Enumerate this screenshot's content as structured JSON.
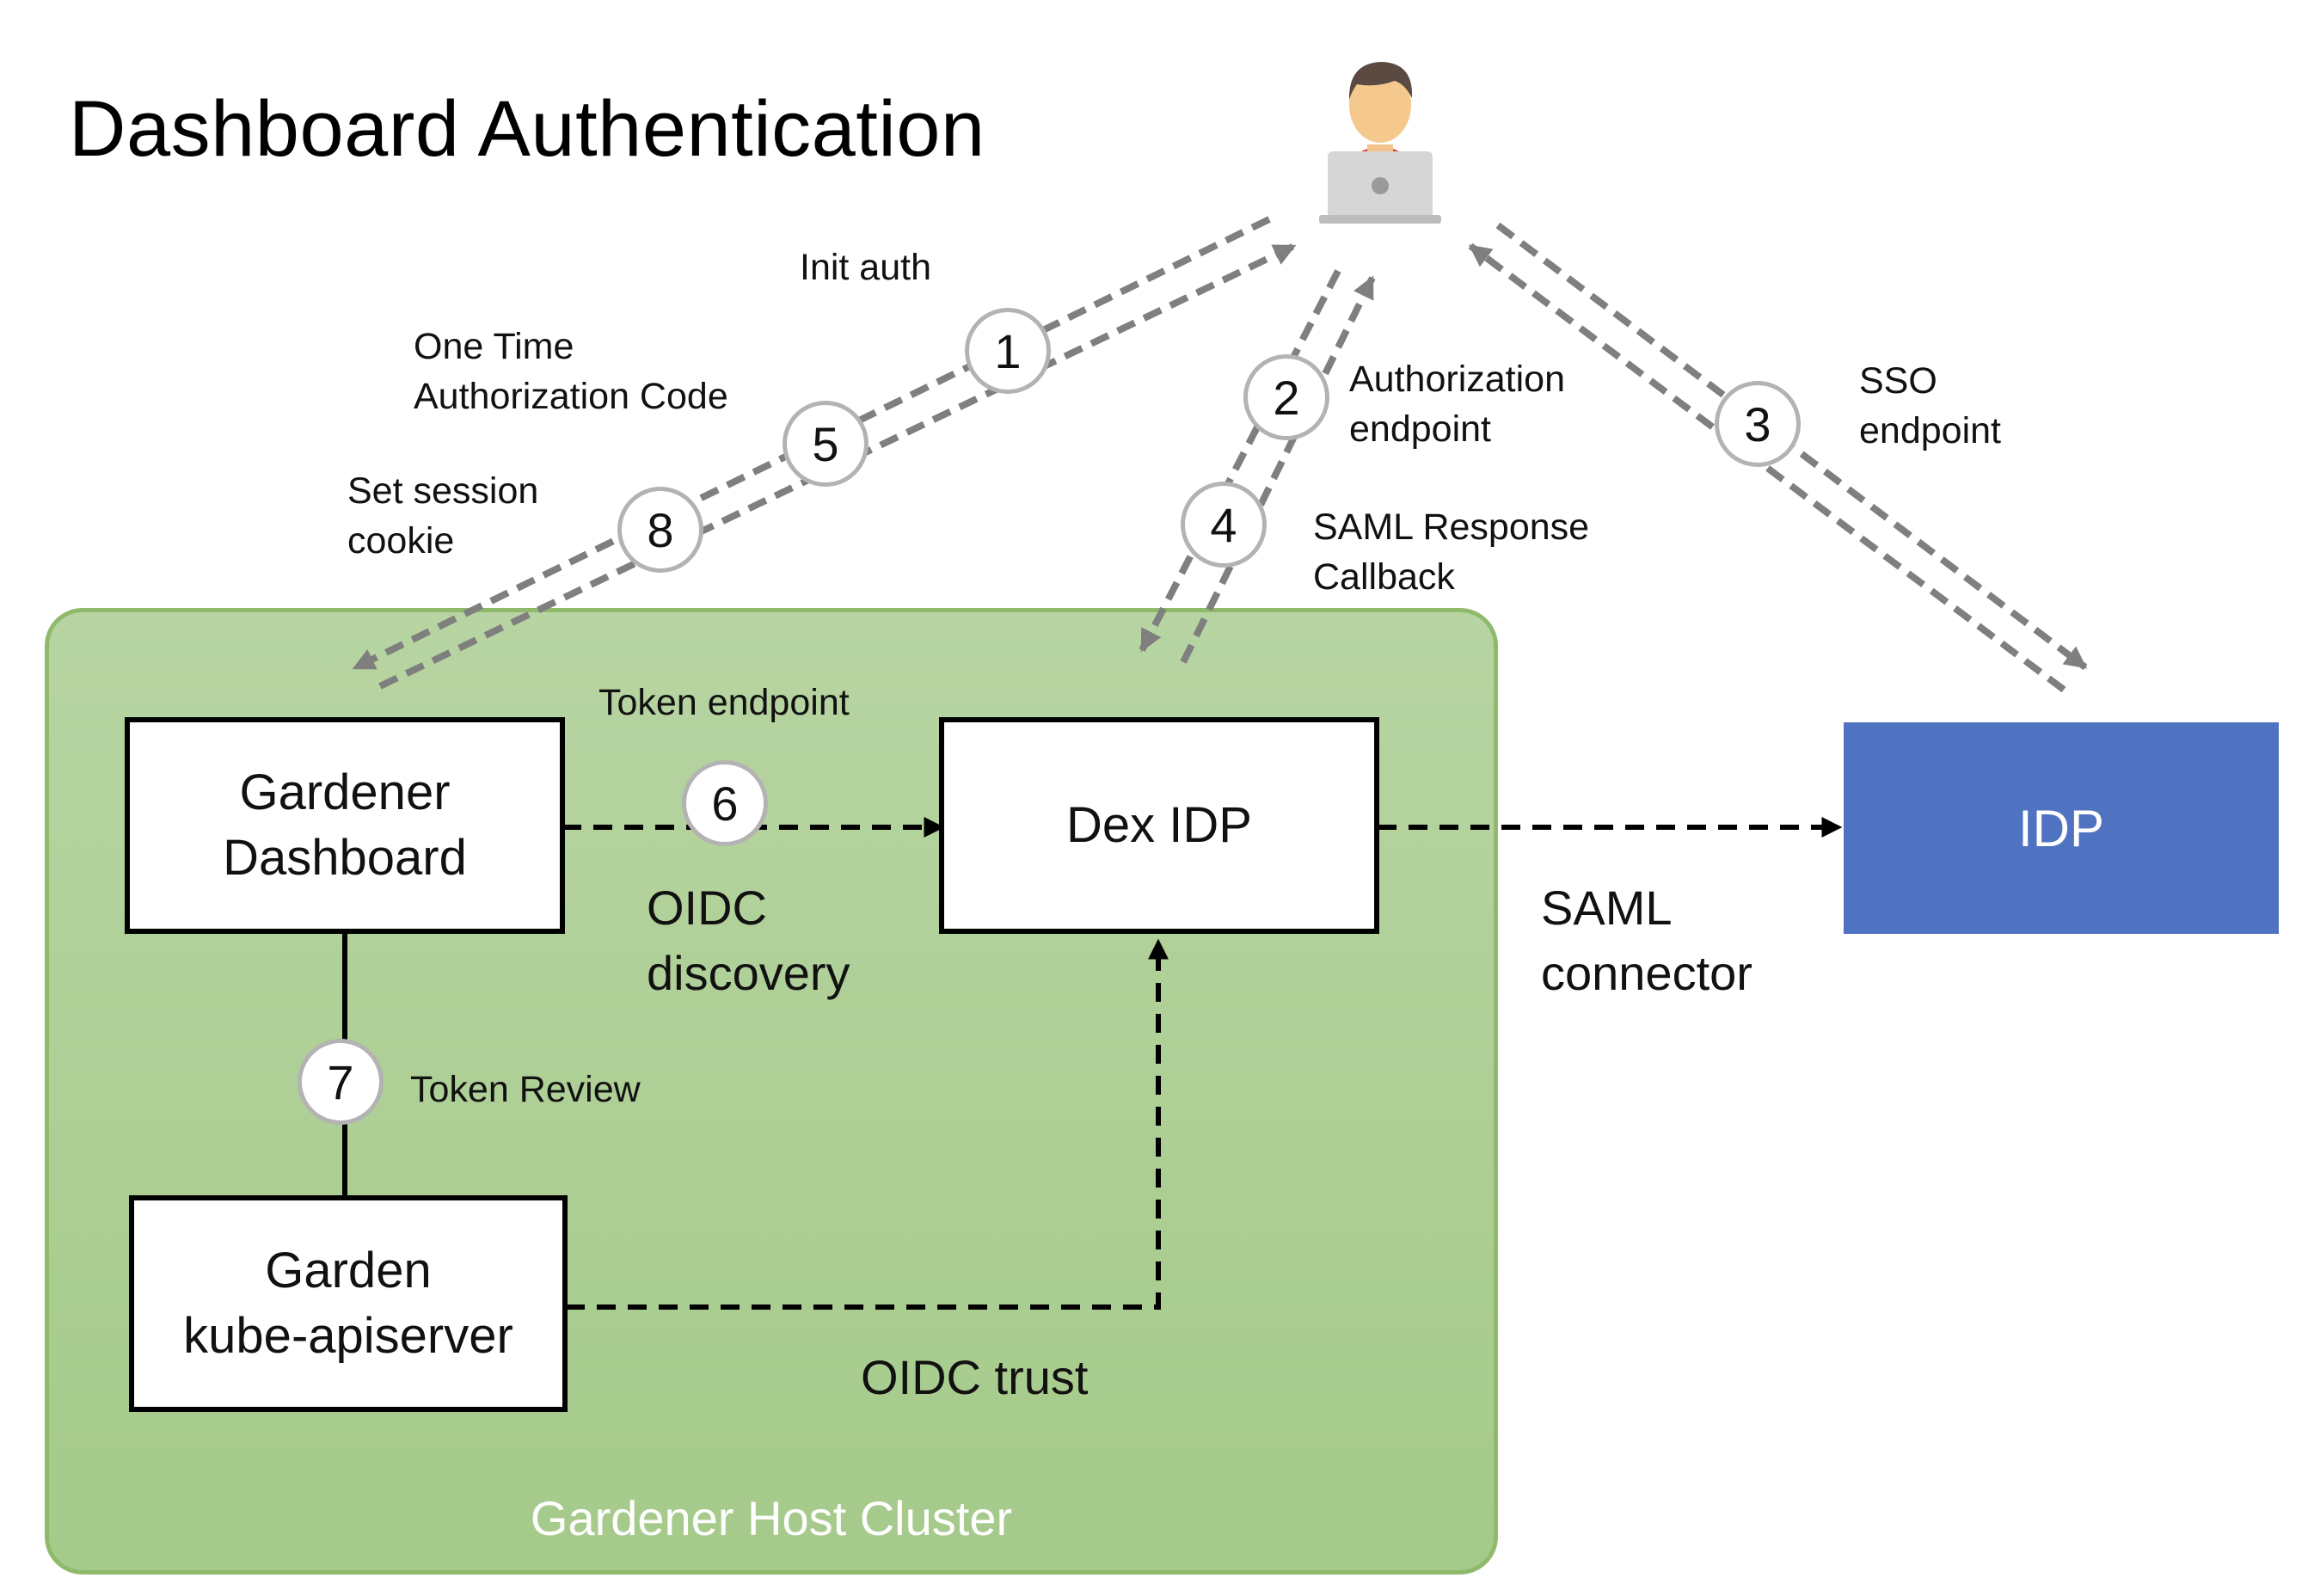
{
  "title": "Dashboard Authentication",
  "cluster": {
    "label": "Gardener Host Cluster"
  },
  "nodes": {
    "gardener_dashboard": [
      "Gardener",
      "Dashboard"
    ],
    "dex_idp": "Dex IDP",
    "garden_apiserver": [
      "Garden",
      "kube-apiserver"
    ],
    "idp": "IDP"
  },
  "steps": [
    "1",
    "2",
    "3",
    "4",
    "5",
    "6",
    "7",
    "8"
  ],
  "labels": {
    "init_auth": "Init auth",
    "one_time_code": [
      "One Time",
      "Authorization Code"
    ],
    "set_session_cookie": [
      "Set session",
      "cookie"
    ],
    "authorization_endpoint": [
      "Authorization",
      "endpoint"
    ],
    "sso_endpoint": [
      "SSO",
      "endpoint"
    ],
    "saml_response_callback": [
      "SAML Response",
      "Callback"
    ],
    "token_endpoint": "Token endpoint",
    "oidc_discovery": [
      "OIDC",
      "discovery"
    ],
    "saml_connector": [
      "SAML",
      "connector"
    ],
    "token_review": "Token Review",
    "oidc_trust": "OIDC trust"
  },
  "colors": {
    "cluster_fill": "#b0d198",
    "cluster_border": "#8fba6c",
    "idp_fill": "#4f73c0",
    "flow_arrow": "#7f7f7f",
    "step_border": "#b3b3b3"
  },
  "icons": {
    "user": "user-at-laptop-icon"
  }
}
